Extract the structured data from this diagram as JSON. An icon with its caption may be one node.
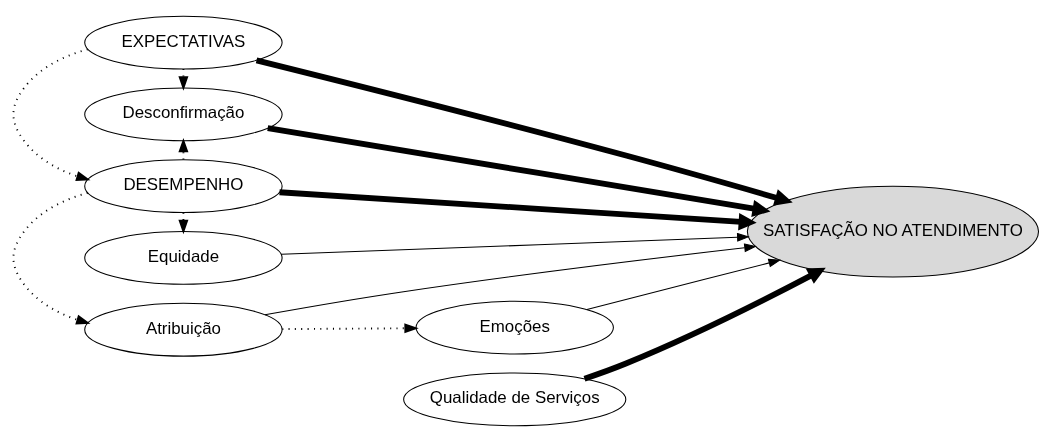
{
  "diagram": {
    "nodes": [
      {
        "text": [
          "EXPECTATIVAS"
        ]
      },
      {
        "text": [
          "Desconfirmação"
        ]
      },
      {
        "text": [
          "DESEMPENHO"
        ]
      },
      {
        "text": [
          "Equidade"
        ]
      },
      {
        "text": [
          "Atribuição"
        ]
      },
      {
        "text": [
          "Qualidade de Serviços"
        ]
      },
      {
        "text": [
          "SATISFAÇÃO NO ATENDIMENTO"
        ]
      },
      {
        "text": [
          "Emoções"
        ]
      }
    ],
    "edges": [
      {
        "from": 0,
        "to": 6,
        "arrow": "to",
        "style": "thick"
      },
      {
        "from": 1,
        "to": 6,
        "arrow": "to",
        "style": "thick"
      },
      {
        "from": 2,
        "to": 6,
        "arrow": "to",
        "style": "thick"
      },
      {
        "from": 3,
        "to": 6,
        "arrow": "to"
      },
      {
        "from": 4,
        "to": 6,
        "arrow": "to"
      },
      {
        "from": 5,
        "to": 6,
        "arrow": "to",
        "style": "thick"
      },
      {
        "from": 7,
        "to": 6,
        "arrow": "to"
      },
      {
        "from": 4,
        "to": 7,
        "arrow": "to",
        "style": "dashed"
      },
      {
        "from": 0,
        "to": 1,
        "arrow": "to",
        "style": "dashed"
      },
      {
        "from": 0,
        "to": 2,
        "arrow": "to",
        "style": "dashed"
      },
      {
        "from": 2,
        "to": 1,
        "arrow": "to",
        "style": "dashed"
      },
      {
        "from": 2,
        "to": 3,
        "arrow": "to",
        "style": "dashed"
      },
      {
        "from": 2,
        "to": 4,
        "arrow": "to",
        "style": "dashed"
      }
    ]
  }
}
